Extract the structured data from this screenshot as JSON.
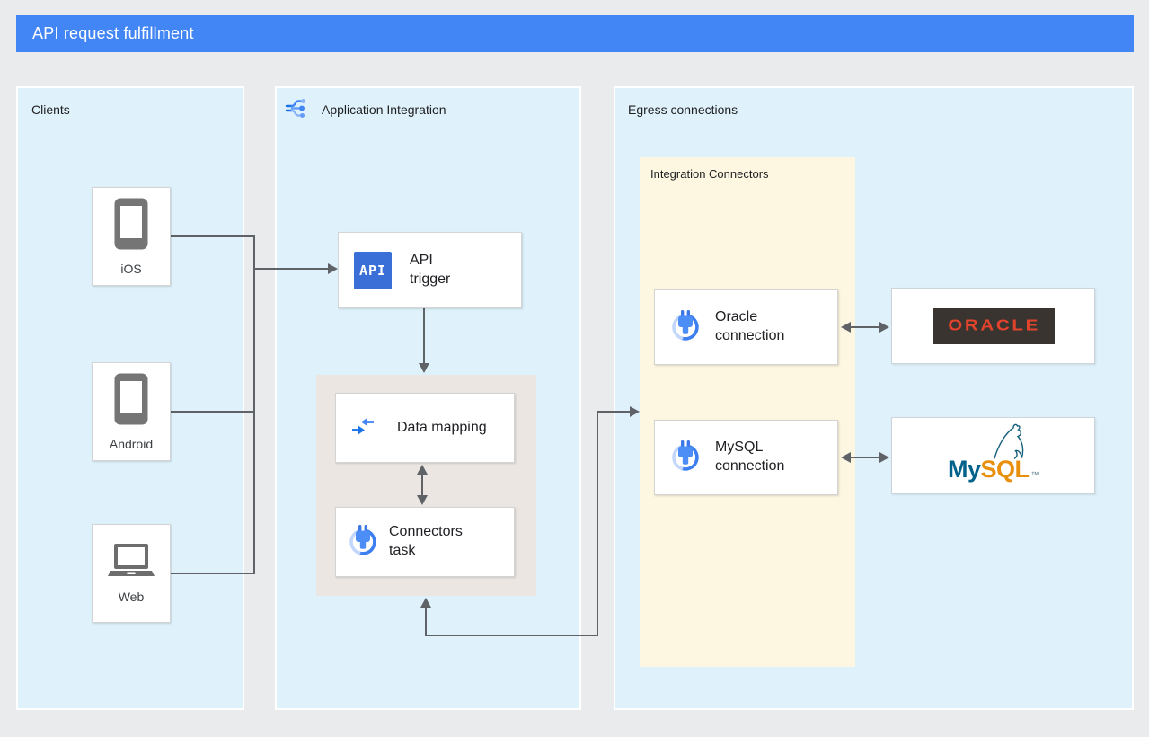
{
  "header": {
    "title": "API request fulfillment"
  },
  "panels": {
    "clients": {
      "label": "Clients",
      "items": [
        {
          "label": "iOS",
          "icon": "smartphone-icon"
        },
        {
          "label": "Android",
          "icon": "smartphone-icon"
        },
        {
          "label": "Web",
          "icon": "laptop-icon"
        }
      ]
    },
    "app_integration": {
      "label": "Application Integration",
      "icon": "application-integration-icon",
      "nodes": {
        "api_trigger": {
          "badge": "API",
          "label": "API\ntrigger",
          "icon": "api-badge-icon"
        },
        "data_mapping": {
          "label": "Data mapping",
          "icon": "merge-arrows-icon"
        },
        "connectors_task": {
          "label": "Connectors\ntask",
          "icon": "integration-connectors-icon"
        }
      }
    },
    "egress": {
      "label": "Egress connections",
      "integration_connectors_group": {
        "label": "Integration Connectors",
        "nodes": {
          "oracle_connection": {
            "label": "Oracle\nconnection",
            "icon": "integration-connectors-icon"
          },
          "mysql_connection": {
            "label": "MySQL\nconnection",
            "icon": "integration-connectors-icon"
          }
        }
      },
      "targets": {
        "oracle": {
          "logo_text": "ORACLE"
        },
        "mysql": {
          "logo_my": "My",
          "logo_sql": "SQL",
          "trademark": "™"
        }
      }
    }
  },
  "edges": [
    {
      "from": "iOS",
      "to": "API trigger",
      "direction": "one-way"
    },
    {
      "from": "Android",
      "to": "API trigger",
      "direction": "one-way"
    },
    {
      "from": "Web",
      "to": "API trigger",
      "direction": "one-way"
    },
    {
      "from": "API trigger",
      "to": "Data mapping group",
      "direction": "one-way"
    },
    {
      "from": "Data mapping",
      "to": "Connectors task",
      "direction": "two-way"
    },
    {
      "from": "Connectors task",
      "to": "Integration Connectors",
      "direction": "two-way"
    },
    {
      "from": "Oracle connection",
      "to": "Oracle",
      "direction": "two-way"
    },
    {
      "from": "MySQL connection",
      "to": "MySQL",
      "direction": "two-way"
    }
  ],
  "colors": {
    "title_bar": "#4285F4",
    "panel_fill": "#DFF2FC",
    "connectors_group_fill": "#FDF6E0",
    "tasks_group_fill": "#ECE6E2",
    "connector_line": "#5F6368",
    "api_badge": "#3A6FD8",
    "oracle_red": "#E2432C",
    "oracle_badge_bg": "#393430",
    "mysql_blue": "#00618A",
    "mysql_orange": "#E8900C",
    "device_icon_gray": "#757575"
  }
}
